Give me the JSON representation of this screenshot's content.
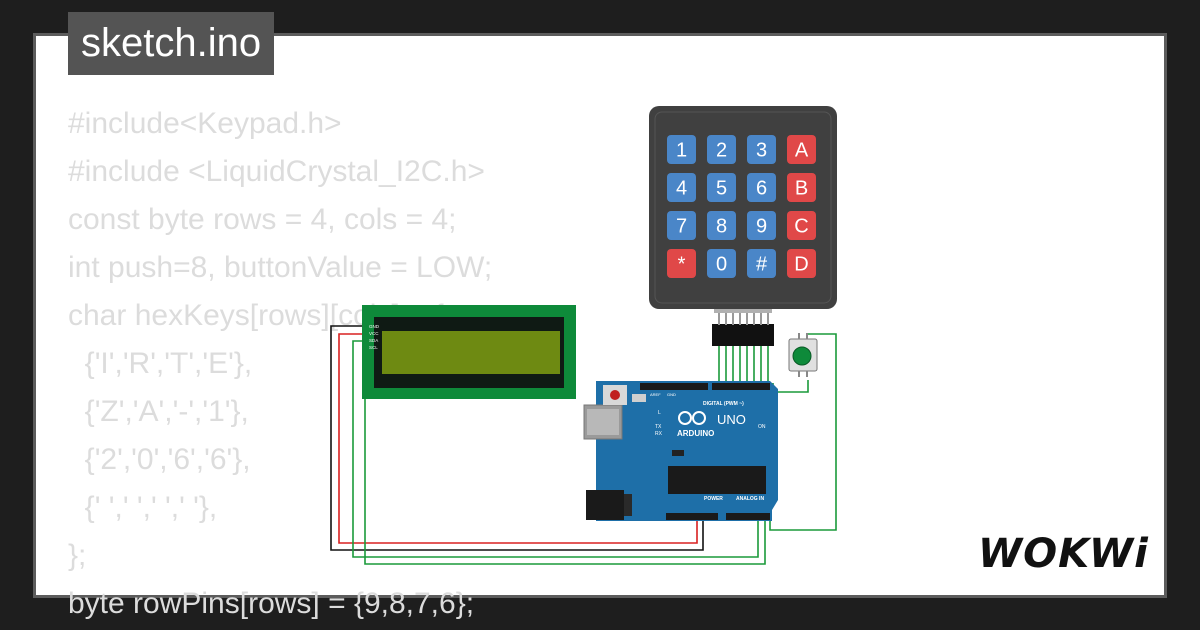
{
  "tab": {
    "filename": "sketch.ino"
  },
  "code_lines": [
    "#include<Keypad.h>",
    "#include <LiquidCrystal_I2C.h>",
    "const byte rows = 4, cols = 4;",
    "int push=8, buttonValue = LOW;",
    "char hexKeys[rows][cols] = {",
    "  {'I','R','T','E'},",
    "  {'Z','A','-','1'},",
    "  {'2','0','6','6'},",
    "  {' ',' ',' ',' '},",
    "};",
    "byte rowPins[rows] = {9,8,7,6};"
  ],
  "keypad": {
    "keys": [
      [
        "1",
        "2",
        "3",
        "A"
      ],
      [
        "4",
        "5",
        "6",
        "B"
      ],
      [
        "7",
        "8",
        "9",
        "C"
      ],
      [
        "*",
        "0",
        "#",
        "D"
      ]
    ],
    "colors": {
      "digit": "#4a86c8",
      "letter": "#e04848",
      "star": "#e04848"
    }
  },
  "arduino": {
    "brand": "ARDUINO",
    "model": "UNO",
    "digital_label": "DIGITAL (PWM ~)",
    "power_label": "POWER",
    "analog_label": "ANALOG IN",
    "on_label": "ON",
    "l_label": "L",
    "tx_label": "TX",
    "rx_label": "RX",
    "aref_label": "AREF",
    "gnd_label": "GND"
  },
  "lcd": {
    "pins": [
      "GND",
      "VCC",
      "SDA",
      "SCL"
    ]
  },
  "watermark": "WOKWi",
  "colors": {
    "background": "#1e1e1e",
    "card": "#ffffff",
    "tab": "#545454",
    "code_text": "#dcdcdc",
    "wire_green": "#1a9a3a",
    "wire_red": "#d82020",
    "wire_black": "#111111"
  }
}
